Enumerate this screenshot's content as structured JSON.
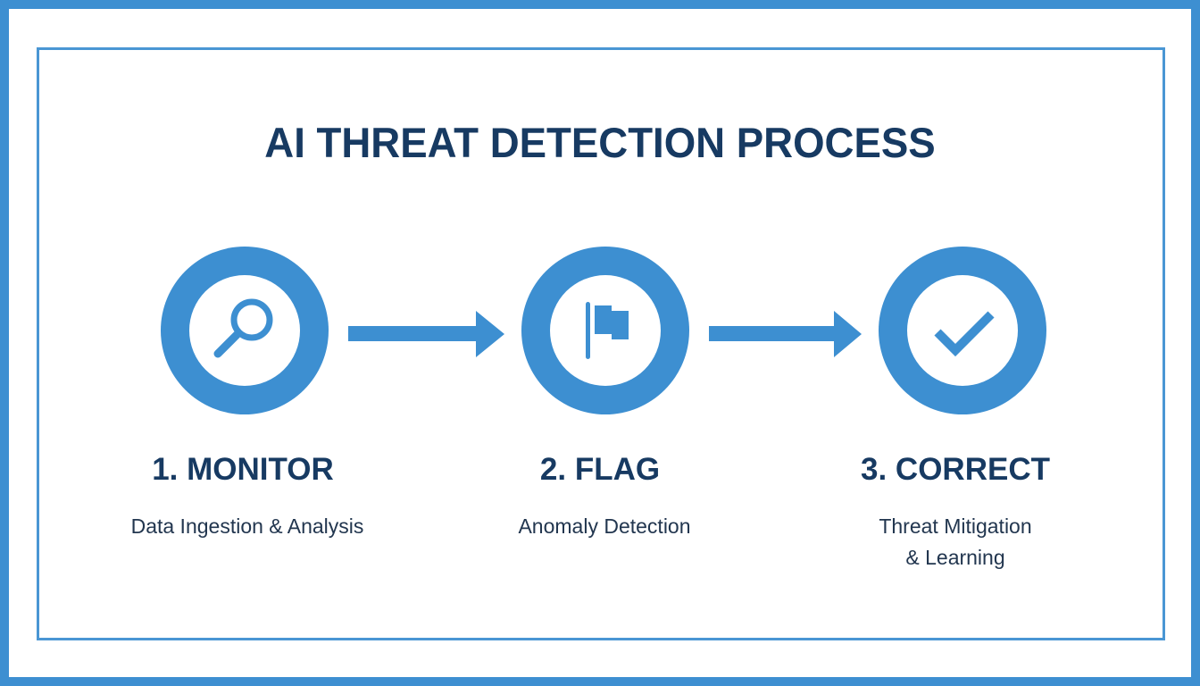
{
  "title": "AI THREAT DETECTION PROCESS",
  "colors": {
    "accent": "#3d8fd1",
    "title_text": "#173a62",
    "body_text": "#22364f",
    "background": "#ffffff"
  },
  "steps": [
    {
      "number": "1.",
      "label": "1. MONITOR",
      "description": "Data Ingestion & Analysis",
      "icon": "magnifier-icon"
    },
    {
      "number": "2.",
      "label": "2. FLAG",
      "description": "Anomaly Detection",
      "icon": "flag-icon"
    },
    {
      "number": "3.",
      "label": "3. CORRECT",
      "description_line1": "Threat Mitigation",
      "description_line2": "& Learning",
      "icon": "checkmark-icon"
    }
  ],
  "connectors": [
    {
      "from": "1. MONITOR",
      "to": "2. FLAG",
      "icon": "arrow-right-icon"
    },
    {
      "from": "2. FLAG",
      "to": "3. CORRECT",
      "icon": "arrow-right-icon"
    }
  ]
}
